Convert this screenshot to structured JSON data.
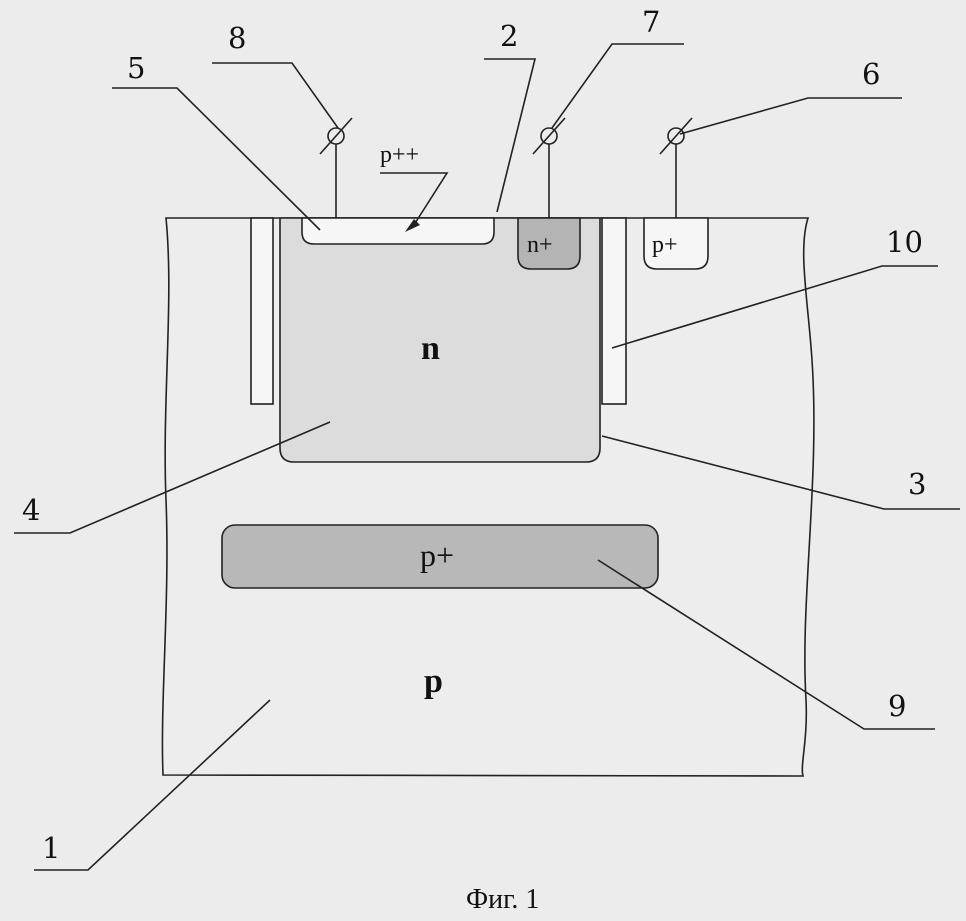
{
  "figure": {
    "caption": "Фиг. 1",
    "regions": {
      "substrate": "p",
      "well": "n",
      "emitter_top": "p++",
      "contact_n": "n+",
      "contact_p": "p+",
      "buried": "p+"
    },
    "callouts": [
      "1",
      "2",
      "3",
      "4",
      "5",
      "6",
      "7",
      "8",
      "9",
      "10"
    ]
  }
}
